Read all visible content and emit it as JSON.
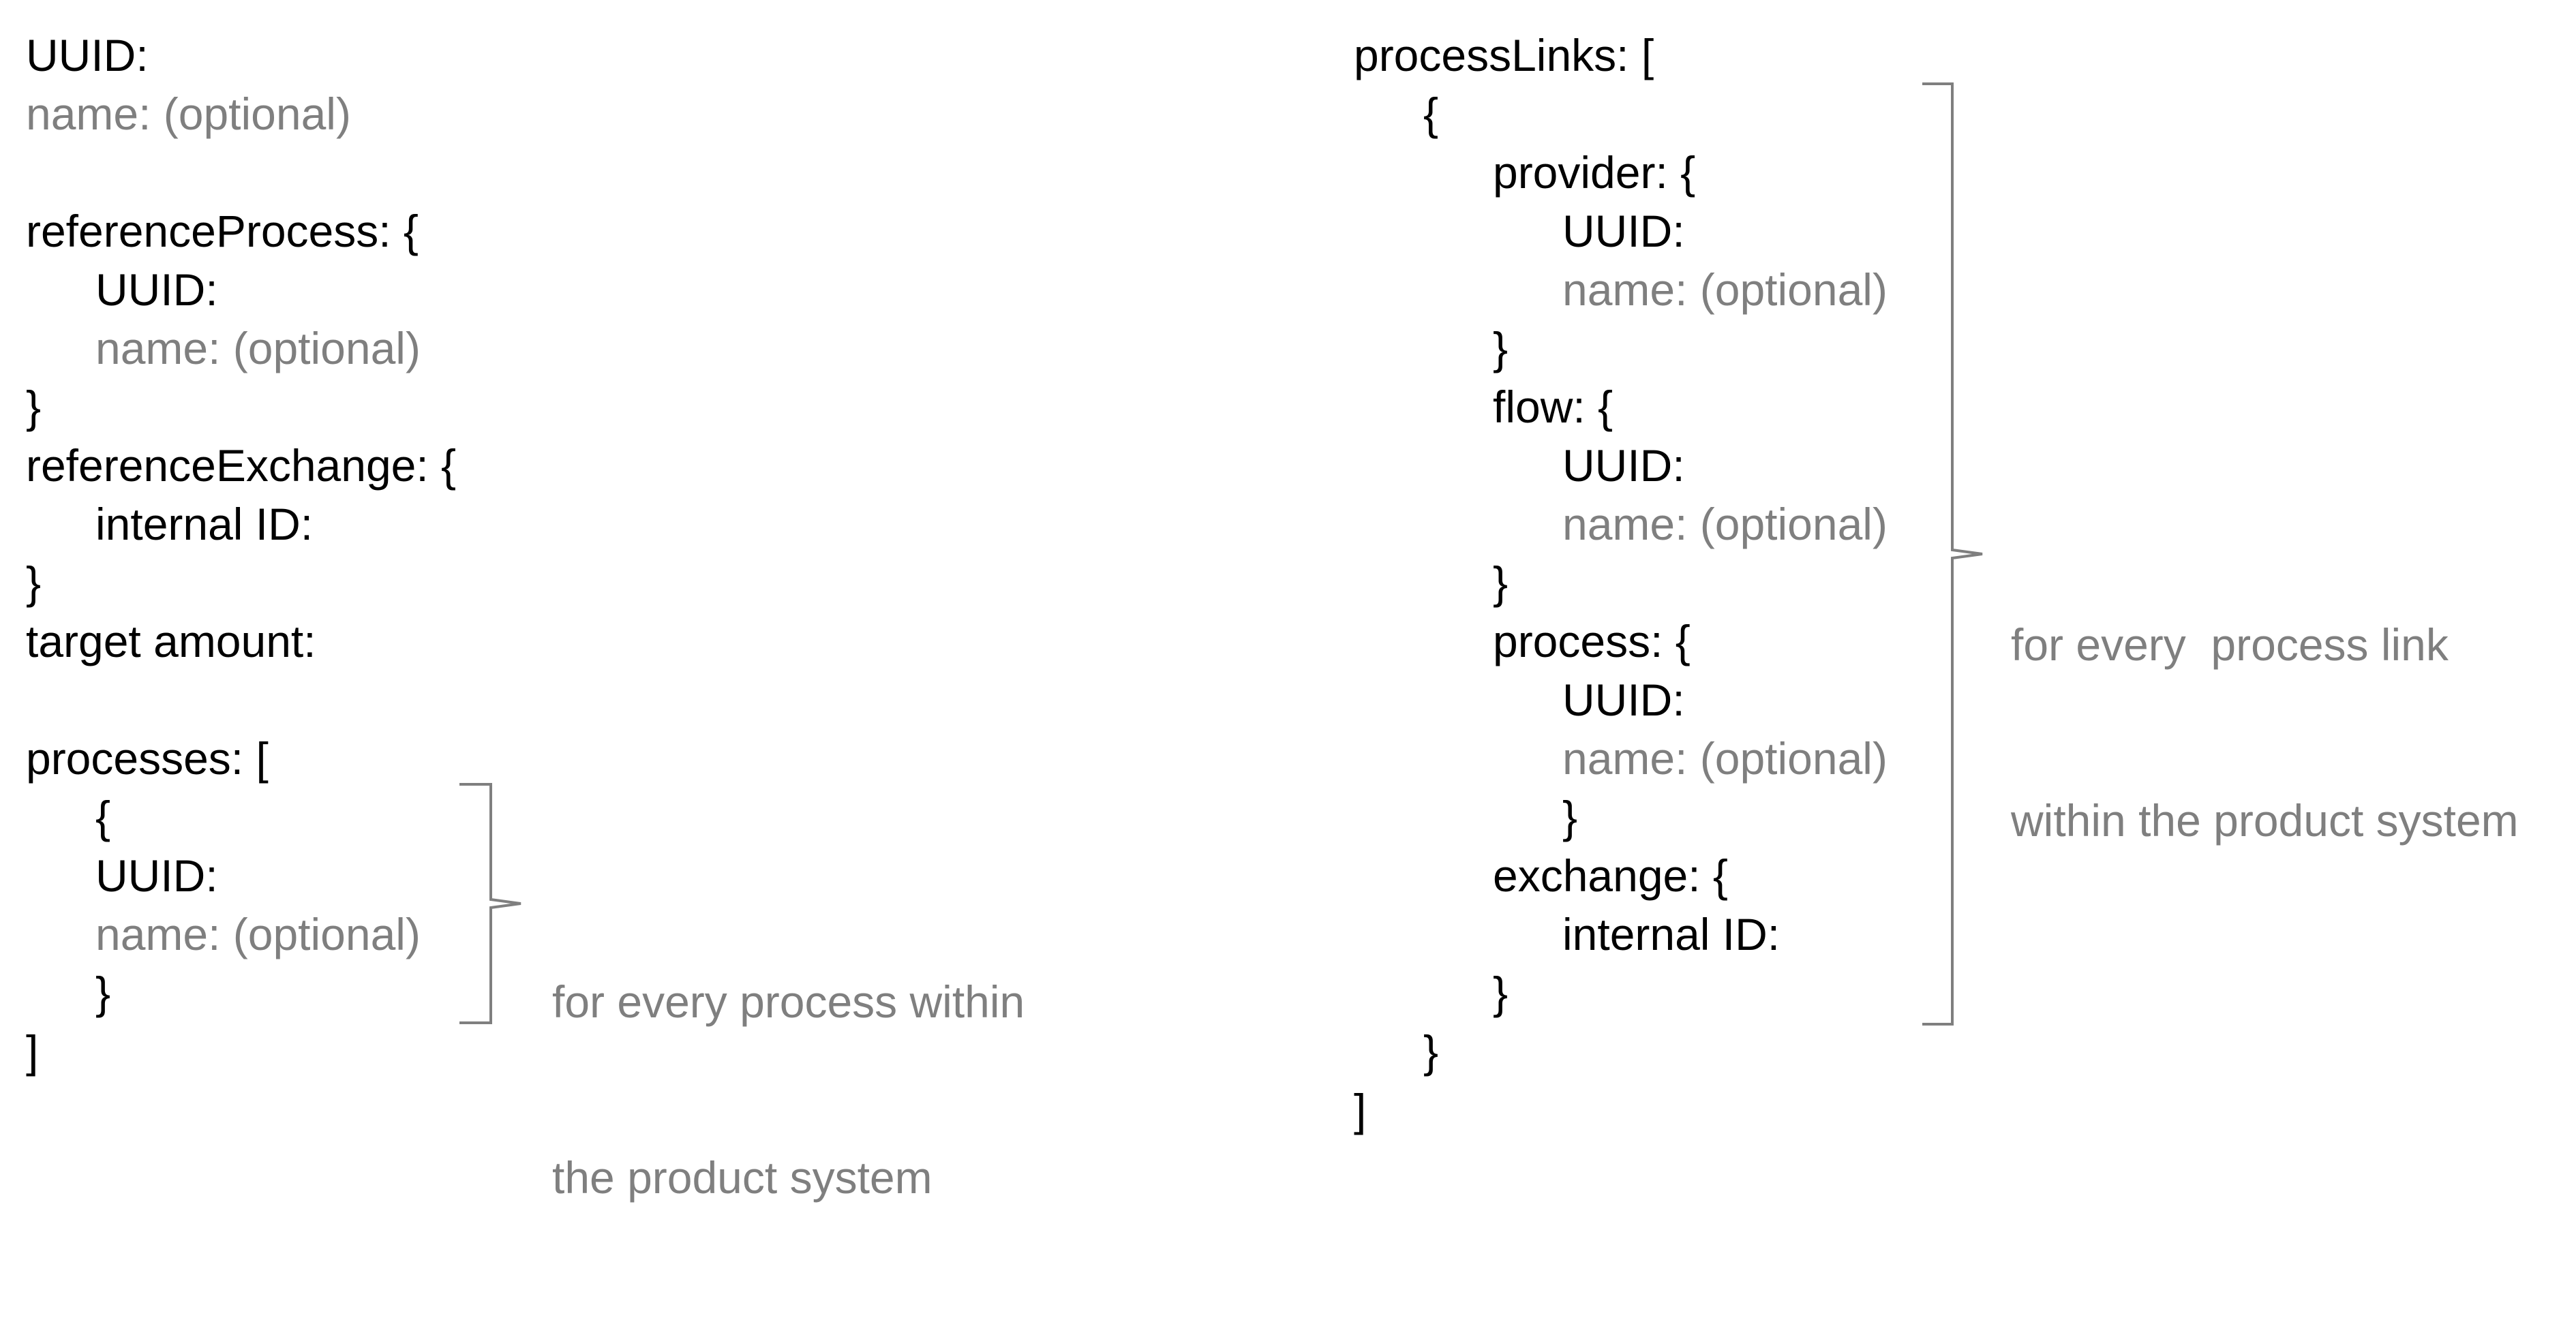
{
  "left": {
    "uuid": "UUID:",
    "name": "name: (optional)",
    "reference_process": {
      "open": "referenceProcess: {",
      "uuid": "UUID:",
      "name": "name: (optional)",
      "close": "}"
    },
    "reference_exchange": {
      "open": "referenceExchange: {",
      "internal_id": "internal ID:",
      "close": "}"
    },
    "target_amount": "target amount:",
    "processes": {
      "open": "processes: [",
      "item_open": "{",
      "uuid": "UUID:",
      "name": "name: (optional)",
      "item_close": "}",
      "close": "]",
      "note_lines": [
        "for every process within",
        "the product system"
      ]
    }
  },
  "right": {
    "process_links": {
      "open": "processLinks: [",
      "item_open": "{",
      "provider": {
        "open": "provider: {",
        "uuid": "UUID:",
        "name": "name: (optional)",
        "close": "}"
      },
      "flow": {
        "open": "flow: {",
        "uuid": "UUID:",
        "name": "name: (optional)",
        "close": "}"
      },
      "process": {
        "open": "process: {",
        "uuid": "UUID:",
        "name": "name: (optional)",
        "close": "}"
      },
      "exchange": {
        "open": "exchange: {",
        "internal_id": "internal ID:",
        "close": "}"
      },
      "item_close": "}",
      "close": "]",
      "note_lines": [
        "for every  process link",
        "within the product system"
      ]
    }
  },
  "colors": {
    "primary_text": "#000000",
    "optional_text": "#7f7f7f",
    "brace": "#7f7f7f"
  }
}
